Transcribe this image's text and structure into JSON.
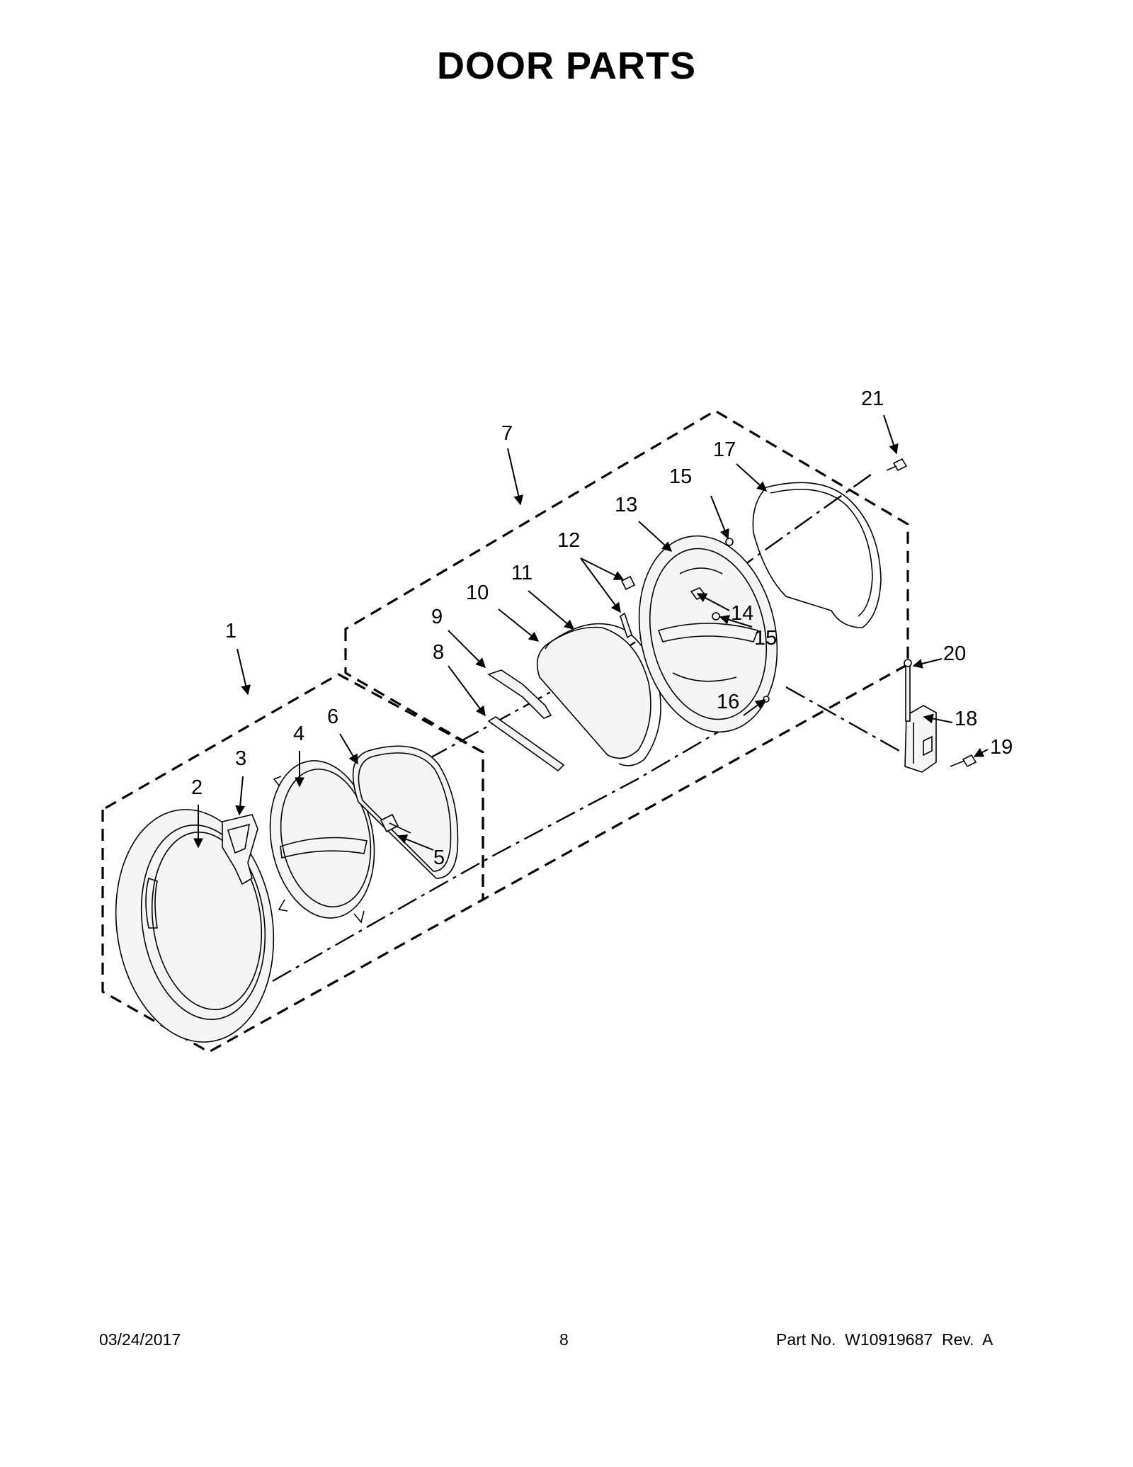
{
  "page": {
    "title": "DOOR PARTS"
  },
  "callouts": {
    "c1": "1",
    "c2": "2",
    "c3": "3",
    "c4": "4",
    "c5": "5",
    "c6": "6",
    "c7": "7",
    "c8": "8",
    "c9": "9",
    "c10": "10",
    "c11": "11",
    "c12": "12",
    "c13": "13",
    "c14": "14",
    "c15a": "15",
    "c15b": "15",
    "c16": "16",
    "c17": "17",
    "c18": "18",
    "c19": "19",
    "c20": "20",
    "c21": "21"
  },
  "footer": {
    "date": "03/24/2017",
    "page_number": "8",
    "part_number": "Part No.  W10919687  Rev.  A"
  }
}
